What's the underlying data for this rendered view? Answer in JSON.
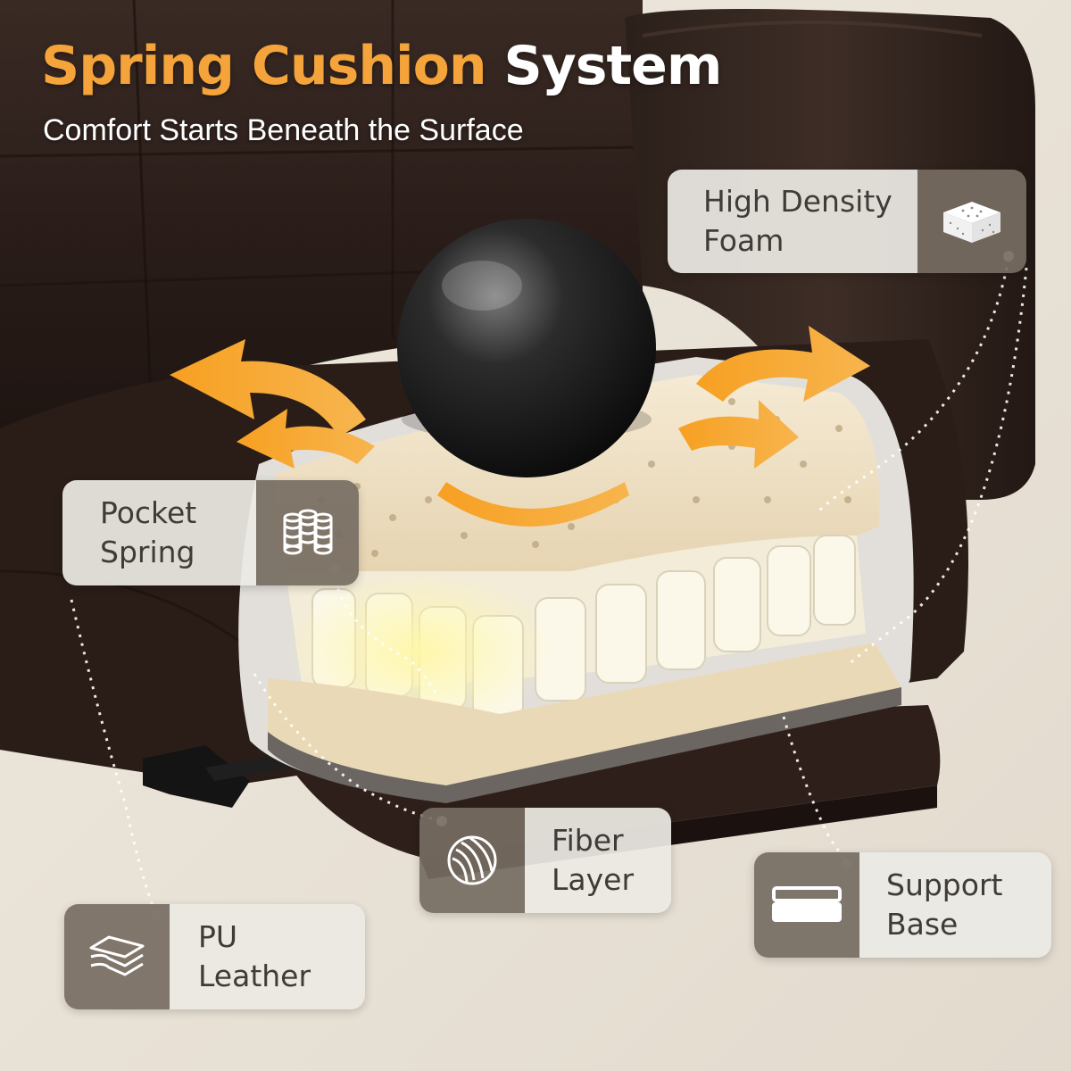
{
  "title": {
    "part1": "Spring Cushion",
    "part2": "System"
  },
  "subtitle": "Comfort Starts Beneath the Surface",
  "callouts": {
    "foam": {
      "line1": "High Density",
      "line2": "Foam",
      "icon": "foam-block-icon"
    },
    "spring": {
      "line1": "Pocket",
      "line2": "Spring",
      "icon": "pocket-spring-icon"
    },
    "fiber": {
      "line1": "Fiber",
      "line2": "Layer",
      "icon": "fiber-wool-icon"
    },
    "base": {
      "line1": "Support",
      "line2": "Base",
      "icon": "support-base-icon"
    },
    "leather": {
      "line1": "PU",
      "line2": "Leather",
      "icon": "leather-layers-icon"
    }
  },
  "colors": {
    "accent": "#f4a43a",
    "title_white": "#ffffff",
    "leather": "#2b1f1b",
    "foam": "#efe1c4",
    "background": "#e9e3d9",
    "callout_text_bg": "#ece9e4",
    "callout_icon_bg": "#766c62"
  }
}
